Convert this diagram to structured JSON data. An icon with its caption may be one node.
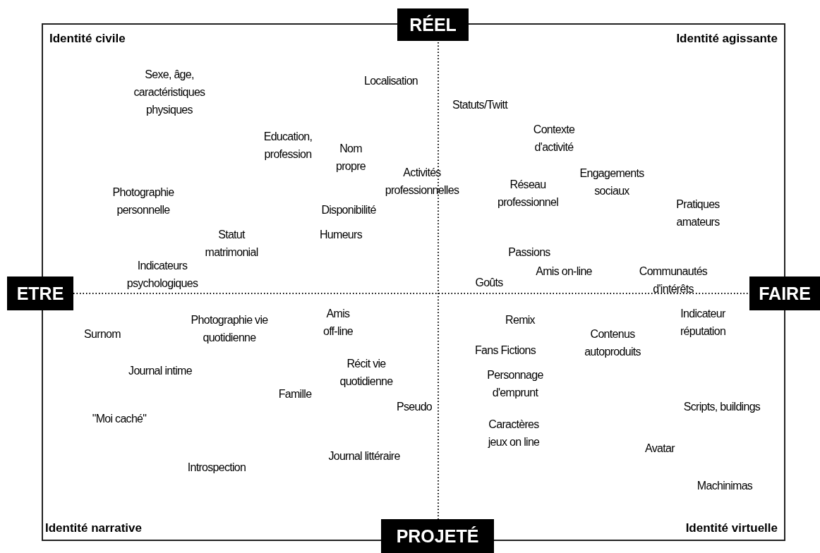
{
  "diagram": {
    "nodes": [
      {
        "text": [
          "RÉEL"
        ]
      },
      {
        "text": [
          "ETRE"
        ]
      },
      {
        "text": [
          "FAIRE"
        ]
      },
      {
        "text": [
          "PROJETÉ"
        ]
      }
    ],
    "edges": [],
    "labels": [
      "Identité civile",
      "Identité agissante",
      "Sexe, âge, caractéristiques physiques",
      "Localisation",
      "Statuts/Twitt",
      "Education, profession",
      "Nom propre",
      "Contexte d'activité",
      "Photographie personnelle",
      "Activités professionnelles",
      "Réseau professionnel",
      "Engagements sociaux",
      "Disponibilité",
      "Pratiques amateurs",
      "Statut matrimonial",
      "Humeurs",
      "Passions",
      "Indicateurs psychologiques",
      "Goûts",
      "Amis on-line",
      "Communautés d'intérêts",
      "Surnom",
      "Photographie vie quotidienne",
      "Amis off-line",
      "Remix",
      "Contenus autoproduits",
      "Indicateur réputation",
      "Journal intime",
      "Récit vie quotidienne",
      "Fans Fictions",
      "Personnage d'emprunt",
      "\"Moi caché\"",
      "Famille",
      "Pseudo",
      "Caractères jeux on line",
      "Scripts, buildings",
      "Introspection",
      "Journal littéraire",
      "Avatar",
      "Machinimas",
      "Identité narrative",
      "Identité virtuelle"
    ]
  }
}
